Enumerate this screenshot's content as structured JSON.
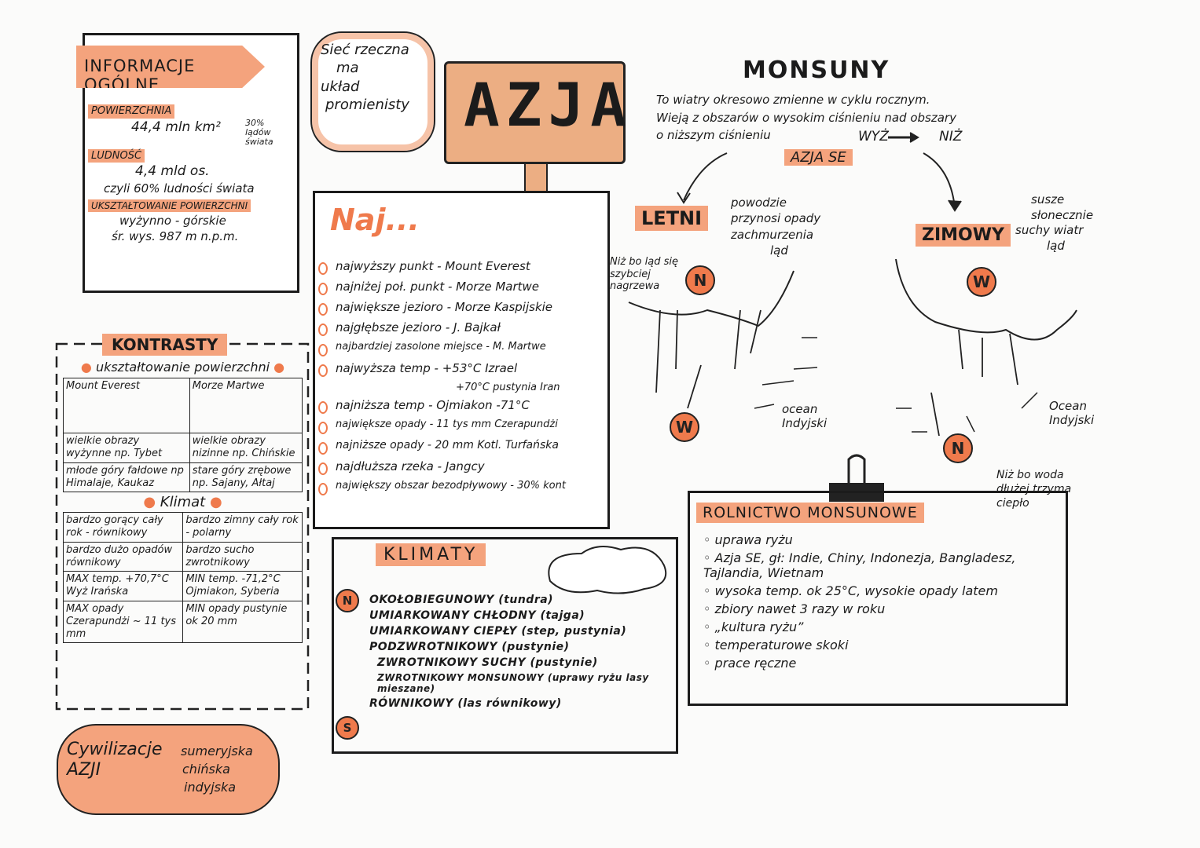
{
  "info": {
    "title": "INFORMACJE OGÓLNE",
    "area_label": "POWIERZCHNIA",
    "area_value": "44,4 mln km²",
    "area_share": "30% lądów świata",
    "pop_label": "LUDNOŚĆ",
    "pop_value": "4,4 mld os.",
    "pop_share": "czyli 60% ludności świata",
    "relief_label": "UKSZTAŁTOWANIE POWIERZCHNI",
    "relief_value": "wyżynno - górskie",
    "alt_value": "śr. wys. 987 m n.p.m."
  },
  "river": {
    "line1": "Sieć rzeczna",
    "line2": "ma",
    "line3": "układ",
    "line4": "promienisty"
  },
  "sign": {
    "title": "AZJA"
  },
  "naj": {
    "title": "Naj...",
    "items": [
      "najwyższy punkt - Mount Everest",
      "najniżej poł. punkt - Morze Martwe",
      "największe jezioro - Morze Kaspijskie",
      "najgłębsze jezioro - J. Bajkał",
      "najbardziej zasolone miejsce - M. Martwe",
      "najwyższa temp - +53°C Izrael",
      "+70°C pustynia Iran",
      "najniższa temp - Ojmiakon -71°C",
      "największe opady - 11 tys mm Czerapundżi",
      "najniższe opady - 20 mm Kotl. Turfańska",
      "najdłuższa rzeka - Jangcy",
      "największy obszar bezodpływowy - 30% kont"
    ]
  },
  "kontrasty": {
    "title": "KONTRASTY",
    "subtitle": "ukształtowanie powierzchni",
    "rows1": [
      [
        "Mount Everest",
        "Morze Martwe"
      ],
      [
        "wielkie obrazy wyżynne np. Tybet",
        "wielkie obrazy nizinne np. Chińskie"
      ],
      [
        "młode góry fałdowe np Himalaje, Kaukaz",
        "stare góry zrębowe np. Sajany, Ałtaj"
      ]
    ],
    "klimat_title": "Klimat",
    "rows2": [
      [
        "bardzo gorący cały rok - równikowy",
        "bardzo zimny cały rok - polarny"
      ],
      [
        "bardzo dużo opadów równikowy",
        "bardzo sucho zwrotnikowy"
      ],
      [
        "MAX temp. +70,7°C Wyż Irańska",
        "MIN temp. -71,2°C Ojmiakon, Syberia"
      ],
      [
        "MAX opady Czerapundżi ~ 11 tys mm",
        "MIN opady pustynie ok 20 mm"
      ]
    ]
  },
  "cyw": {
    "title": "Cywilizacje AZJI",
    "items": [
      "sumeryjska",
      "chińska",
      "indyjska"
    ]
  },
  "klimaty": {
    "title": "KLIMATY",
    "marker_n": "N",
    "marker_s": "S",
    "items": [
      "OKOŁOBIEGUNOWY (tundra)",
      "UMIARKOWANY CHŁODNY (tajga)",
      "UMIARKOWANY CIEPŁY (step, pustynia)",
      "PODZWROTNIKOWY (pustynie)",
      "ZWROTNIKOWY SUCHY (pustynie)",
      "ZWROTNIKOWY MONSUNOWY (uprawy ryżu lasy mieszane)",
      "RÓWNIKOWY (las równikowy)"
    ]
  },
  "monsuny": {
    "title": "MONSUNY",
    "desc1": "To wiatry okresowo zmienne w cyklu rocznym.",
    "desc2": "Wieją z obszarów o wysokim ciśnieniu nad obszary",
    "desc3": "o niższym ciśnieniu",
    "wyz": "WYŻ",
    "niz": "NIŻ",
    "region": "AZJA SE",
    "letni": "LETNI",
    "letni_notes": [
      "powodzie",
      "przynosi opady",
      "zachmurzenia",
      "ląd"
    ],
    "letni_side": "Niż bo ląd się szybciej nagrzewa",
    "zimowy": "ZIMOWY",
    "zimowy_notes": [
      "susze",
      "słonecznie",
      "suchy wiatr",
      "ląd"
    ],
    "ocean1": "ocean Indyjski",
    "ocean2": "Ocean Indyjski",
    "n": "N",
    "w": "W",
    "niz_note": "Niż bo woda dłużej trzyma ciepło"
  },
  "rolnictwo": {
    "title": "ROLNICTWO MONSUNOWE",
    "items": [
      "uprawa ryżu",
      "Azja SE, gł: Indie, Chiny, Indonezja, Bangladesz, Tajlandia, Wietnam",
      "wysoka temp. ok 25°C, wysokie opady latem",
      "zbiory nawet 3 razy w roku",
      "„kultura ryżu”",
      "temperaturowe skoki",
      "prace ręczne"
    ]
  },
  "colors": {
    "accent": "#f4a37d",
    "accent_dark": "#ef7a4c",
    "wood": "#ecae83"
  }
}
